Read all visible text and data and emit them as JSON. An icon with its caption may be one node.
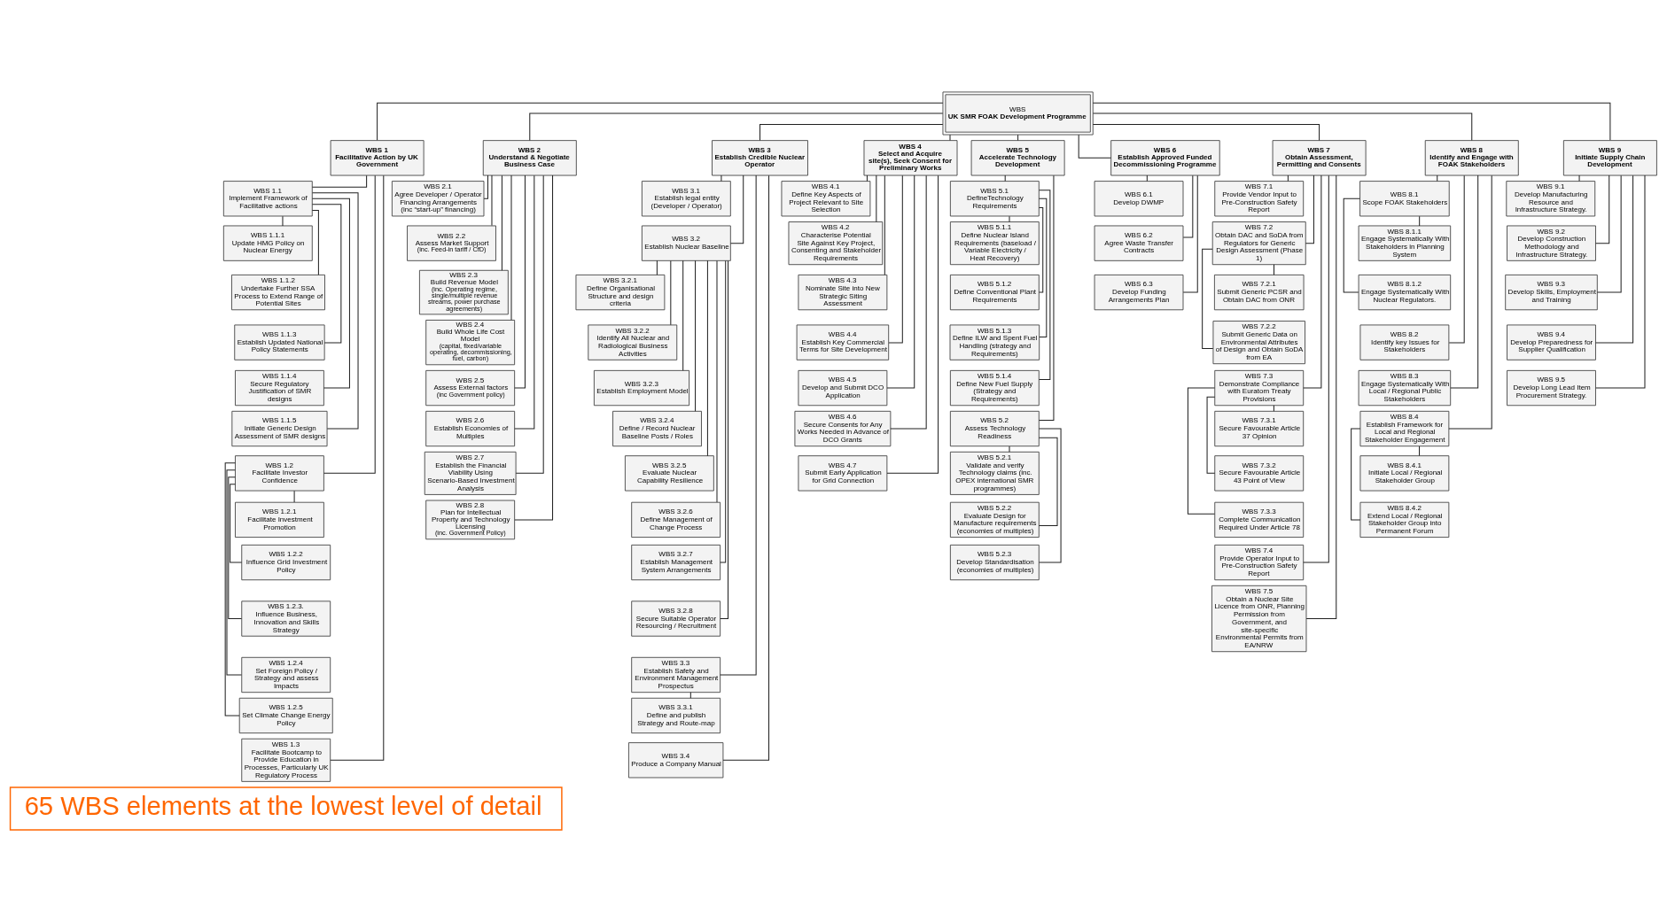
{
  "diagram": {
    "nodes": [
      {
        "text": [
          "WBS",
          "UK SMR FOAK Development Programme"
        ]
      },
      {
        "text": [
          "WBS 1",
          "Facilitative Action by UK Government"
        ]
      },
      {
        "text": [
          "WBS 1.1",
          "Implement Framework of Facilitative actions"
        ]
      },
      {
        "text": [
          "WBS 1.1.1",
          "Update HMG Policy on Nuclear Energy"
        ]
      },
      {
        "text": [
          "WBS 1.1.2",
          "Undertake Further SSA Process to Extend Range of Potential Sites"
        ]
      },
      {
        "text": [
          "WBS 1.1.3",
          "Establish Updated National Policy Statements"
        ]
      },
      {
        "text": [
          "WBS 1.1.4",
          "Secure Regulatory Justification of SMR designs"
        ]
      },
      {
        "text": [
          "WBS 1.1.5",
          "Initiate Generic Design Assessment of SMR designs"
        ]
      },
      {
        "text": [
          "WBS 1.2",
          "Facilitate Investor Confidence"
        ]
      },
      {
        "text": [
          "WBS 1.2.1",
          "Facilitate Investment Promotion"
        ]
      },
      {
        "text": [
          "WBS 1.2.2",
          "Influence Grid Investment Policy"
        ]
      },
      {
        "text": [
          "WBS 1.2.3.",
          "Influence Business, Innovation and Skills Strategy"
        ]
      },
      {
        "text": [
          "WBS 1.2.4",
          "Set Foreign Policy / Strategy and assess Impacts"
        ]
      },
      {
        "text": [
          "WBS 1.2.5",
          "Set Climate Change Energy Policy"
        ]
      },
      {
        "text": [
          "WBS 1.3",
          "Facilitate Bootcamp to Provide Education in Processes, Particularly UK Regulatory Process"
        ]
      },
      {
        "text": [
          "WBS 2",
          "Understand & Negotiate Business Case"
        ]
      },
      {
        "text": [
          "WBS 2.1",
          "Agree Developer / Operator Financing Arrangements (inc “start-up” financing)"
        ]
      },
      {
        "text": [
          "WBS 2.2",
          "Assess Market Support",
          "(inc. Feed-in tariff / CfD)"
        ]
      },
      {
        "text": [
          "WBS 2.3",
          "Build Revenue Model",
          "(inc. Operating regime, single/multiple revenue streams, power purchase agreements)"
        ]
      },
      {
        "text": [
          "WBS 2.4",
          "Build Whole Life Cost Model",
          "(capital, fixed/variable operating, decommissioning, fuel, carbon)"
        ]
      },
      {
        "text": [
          "WBS 2.5",
          "Assess External factors",
          "(inc Government policy)"
        ]
      },
      {
        "text": [
          "WBS 2.6",
          "Establish Economies of Multiples"
        ]
      },
      {
        "text": [
          "WBS 2.7",
          "Establish the Financial Viability Using Scenario-Based Investment Analysis"
        ]
      },
      {
        "text": [
          "WBS 2.8",
          "Plan for Intellectual Property and Technology Licensing",
          "(inc. Government Policy)"
        ]
      },
      {
        "text": [
          "WBS 3",
          "Establish Credible Nuclear Operator"
        ]
      },
      {
        "text": [
          "WBS 3.1",
          "Establish legal entity (Developer / Operator)"
        ]
      },
      {
        "text": [
          "WBS 3.2",
          "Establish Nuclear Baseline"
        ]
      },
      {
        "text": [
          "WBS 3.2.1",
          "Define Organisational Structure and design criteria"
        ]
      },
      {
        "text": [
          "WBS 3.2.2",
          "Identify All Nuclear and Radiological Business Activities"
        ]
      },
      {
        "text": [
          "WBS 3.2.3",
          "Establish Employment Model"
        ]
      },
      {
        "text": [
          "WBS 3.2.4",
          "Define / Record Nuclear Baseline Posts / Roles"
        ]
      },
      {
        "text": [
          "WBS 3.2.5",
          "Evaluate Nuclear Capability Resilience"
        ]
      },
      {
        "text": [
          "WBS 3.2.6",
          "Define Management of Change Process"
        ]
      },
      {
        "text": [
          "WBS 3.2.7",
          "Establish Management System Arrangements"
        ]
      },
      {
        "text": [
          "WBS 3.2.8",
          "Secure Suitable Operator Resourcing / Recruitment"
        ]
      },
      {
        "text": [
          "WBS 3.3",
          "Establish Safety and Environment Management Prospectus"
        ]
      },
      {
        "text": [
          "WBS 3.3.1",
          "Define and publish Strategy and Route-map"
        ]
      },
      {
        "text": [
          "WBS 3.4",
          "Produce a Company Manual"
        ]
      },
      {
        "text": [
          "WBS 4",
          "Select and Acquire site(s), Seek Consent for Preliminary Works"
        ]
      },
      {
        "text": [
          "WBS 4.1",
          "Define Key Aspects of Project Relevant to Site Selection"
        ]
      },
      {
        "text": [
          "WBS 4.2",
          "Characterise Potential Site Against Key Project, Consenting and Stakeholder Requirements"
        ]
      },
      {
        "text": [
          "WBS 4.3",
          "Nominate Site into New Strategic Siting Assessment"
        ]
      },
      {
        "text": [
          "WBS 4.4",
          "Establish Key Commercial Terms for Site Development"
        ]
      },
      {
        "text": [
          "WBS 4.5",
          "Develop and Submit DCO Application"
        ]
      },
      {
        "text": [
          "WBS 4.6",
          "Secure Consents for Any Works Needed in Advance of DCO Grants"
        ]
      },
      {
        "text": [
          "WBS 4.7",
          "Submit Early Application for Grid Connection"
        ]
      },
      {
        "text": [
          "WBS 5",
          "Accelerate Technology Development"
        ]
      },
      {
        "text": [
          "WBS 5.1",
          "DefineTechnology Requirements"
        ]
      },
      {
        "text": [
          "WBS 5.1.1",
          "Define Nuclear Island Requirements (baseload / Variable Electricity / Heat Recovery)"
        ]
      },
      {
        "text": [
          "WBS 5.1.2",
          "Define Conventional Plant Requirements"
        ]
      },
      {
        "text": [
          "WBS 5.1.3",
          "Define ILW and Spent Fuel Handling (strategy and Requirements)"
        ]
      },
      {
        "text": [
          "WBS 5.1.4",
          "Define New Fuel Supply (Strategy and Requirements)"
        ]
      },
      {
        "text": [
          "WBS 5.2",
          "Assess Technology Readiness"
        ]
      },
      {
        "text": [
          "WBS 5.2.1",
          "Validate and verify Technology claims (inc. OPEX international SMR programmes)"
        ]
      },
      {
        "text": [
          "WBS 5.2.2",
          "Evaluate Design for Manufacture requirements (economies of multiples)"
        ]
      },
      {
        "text": [
          "WBS 5.2.3",
          "Develop Standardisation (economies of multiples)"
        ]
      },
      {
        "text": [
          "WBS 6",
          "Establish Approved Funded Decommissioning Programme"
        ]
      },
      {
        "text": [
          "WBS 6.1",
          "Develop DWMP"
        ]
      },
      {
        "text": [
          "WBS 6.2",
          "Agree Waste Transfer Contracts"
        ]
      },
      {
        "text": [
          "WBS 6.3",
          "Develop Funding Arrangements Plan"
        ]
      },
      {
        "text": [
          "WBS 7",
          "Obtain Assessment, Permitting and Consents"
        ]
      },
      {
        "text": [
          "WBS 7.1",
          "Provide Vendor Input to Pre-Construction Safety Report"
        ]
      },
      {
        "text": [
          "WBS 7.2",
          "Obtain DAC and SoDA from Regulators for Generic Design Assessment (Phase 1)"
        ]
      },
      {
        "text": [
          "WBS 7.2.1",
          "Submit Generic PCSR and Obtain DAC from ONR"
        ]
      },
      {
        "text": [
          "WBS 7.2.2",
          "Submit Generic Data on Environmental Attributes of Design and Obtain SoDA from EA"
        ]
      },
      {
        "text": [
          "WBS 7.3",
          "Demonstrate Compliance with Euratom Treaty Provisions"
        ]
      },
      {
        "text": [
          "WBS 7.3.1",
          "Secure Favourable Article 37 Opinion"
        ]
      },
      {
        "text": [
          "WBS 7.3.2",
          "Secure Favourable Article 43 Point of View"
        ]
      },
      {
        "text": [
          "WBS 7.3.3",
          "Complete Communication Required Under Article 78"
        ]
      },
      {
        "text": [
          "WBS 7.4",
          "Provide Operator Input to Pre-Construction Safety Report"
        ]
      },
      {
        "text": [
          "WBS 7.5",
          "Obtain a Nuclear Site Licence from ONR, Planning Permission from Government, and site-specific Environmental Permits from EA/NRW"
        ]
      },
      {
        "text": [
          "WBS 8",
          "Identify and Engage with FOAK Stakeholders"
        ]
      },
      {
        "text": [
          "WBS 8.1",
          "Scope FOAK Stakeholders"
        ]
      },
      {
        "text": [
          "WBS 8.1.1",
          "Engage Systematically With Stakeholders in Planning System"
        ]
      },
      {
        "text": [
          "WBS 8.1.2",
          "Engage Systematically With Nuclear Regulators."
        ]
      },
      {
        "text": [
          "WBS 8.2",
          "Identify key Issues for Stakeholders"
        ]
      },
      {
        "text": [
          "WBS 8.3",
          "Engage Systematically With Local / Regional Public Stakeholders"
        ]
      },
      {
        "text": [
          "WBS 8.4",
          "Establish Framework for Local and Regional Stakeholder Engagement"
        ]
      },
      {
        "text": [
          "WBS 8.4.1",
          "Initiate Local / Regional Stakeholder Group"
        ]
      },
      {
        "text": [
          "WBS 8.4.2",
          "Extend Local / Regional Stakeholder Group into Permanent Forum"
        ]
      },
      {
        "text": [
          "WBS 9",
          "Initiate Supply Chain Development"
        ]
      },
      {
        "text": [
          "WBS 9.1",
          "Develop Manufacturing Resource and Infrastructure Strategy."
        ]
      },
      {
        "text": [
          "WBS 9.2",
          "Develop Construction Methodology and Infrastructure Strategy."
        ]
      },
      {
        "text": [
          "WBS 9.3",
          "Develop Skills, Employment and Training"
        ]
      },
      {
        "text": [
          "WBS 9.4",
          "Develop Preparedness for Supplier Qualification"
        ]
      },
      {
        "text": [
          "WBS 9.5",
          "Develop Long Lead Item Procurement Strategy."
        ]
      },
      {
        "text": [
          "65 WBS elements at the lowest level of detail"
        ]
      }
    ],
    "edges": [
      {
        "from": 0,
        "to": 1,
        "arrow": "none"
      },
      {
        "from": 1,
        "to": 2,
        "arrow": "none"
      },
      {
        "from": 2,
        "to": 3,
        "arrow": "none"
      },
      {
        "from": 2,
        "to": 4,
        "arrow": "none"
      },
      {
        "from": 2,
        "to": 5,
        "arrow": "none"
      },
      {
        "from": 2,
        "to": 6,
        "arrow": "none"
      },
      {
        "from": 2,
        "to": 7,
        "arrow": "none"
      },
      {
        "from": 1,
        "to": 8,
        "arrow": "none"
      },
      {
        "from": 8,
        "to": 9,
        "arrow": "none"
      },
      {
        "from": 8,
        "to": 10,
        "arrow": "none"
      },
      {
        "from": 8,
        "to": 11,
        "arrow": "none"
      },
      {
        "from": 8,
        "to": 12,
        "arrow": "none"
      },
      {
        "from": 8,
        "to": 13,
        "arrow": "none"
      },
      {
        "from": 1,
        "to": 14,
        "arrow": "none"
      },
      {
        "from": 0,
        "to": 15,
        "arrow": "none"
      },
      {
        "from": 15,
        "to": 16,
        "arrow": "none"
      },
      {
        "from": 15,
        "to": 17,
        "arrow": "none"
      },
      {
        "from": 15,
        "to": 18,
        "arrow": "none"
      },
      {
        "from": 15,
        "to": 19,
        "arrow": "none"
      },
      {
        "from": 15,
        "to": 20,
        "arrow": "none"
      },
      {
        "from": 15,
        "to": 21,
        "arrow": "none"
      },
      {
        "from": 15,
        "to": 22,
        "arrow": "none"
      },
      {
        "from": 15,
        "to": 23,
        "arrow": "none"
      },
      {
        "from": 0,
        "to": 24,
        "arrow": "none"
      },
      {
        "from": 24,
        "to": 25,
        "arrow": "none"
      },
      {
        "from": 24,
        "to": 26,
        "arrow": "none"
      },
      {
        "from": 26,
        "to": 27,
        "arrow": "none"
      },
      {
        "from": 26,
        "to": 28,
        "arrow": "none"
      },
      {
        "from": 26,
        "to": 29,
        "arrow": "none"
      },
      {
        "from": 26,
        "to": 30,
        "arrow": "none"
      },
      {
        "from": 26,
        "to": 31,
        "arrow": "none"
      },
      {
        "from": 26,
        "to": 32,
        "arrow": "none"
      },
      {
        "from": 26,
        "to": 33,
        "arrow": "none"
      },
      {
        "from": 26,
        "to": 34,
        "arrow": "none"
      },
      {
        "from": 24,
        "to": 35,
        "arrow": "none"
      },
      {
        "from": 35,
        "to": 36,
        "arrow": "none"
      },
      {
        "from": 24,
        "to": 37,
        "arrow": "none"
      },
      {
        "from": 0,
        "to": 38,
        "arrow": "none"
      },
      {
        "from": 38,
        "to": 39,
        "arrow": "none"
      },
      {
        "from": 38,
        "to": 40,
        "arrow": "none"
      },
      {
        "from": 38,
        "to": 41,
        "arrow": "none"
      },
      {
        "from": 38,
        "to": 42,
        "arrow": "none"
      },
      {
        "from": 38,
        "to": 43,
        "arrow": "none"
      },
      {
        "from": 38,
        "to": 44,
        "arrow": "none"
      },
      {
        "from": 38,
        "to": 45,
        "arrow": "none"
      },
      {
        "from": 0,
        "to": 46,
        "arrow": "none"
      },
      {
        "from": 46,
        "to": 47,
        "arrow": "none"
      },
      {
        "from": 47,
        "to": 48,
        "arrow": "none"
      },
      {
        "from": 47,
        "to": 49,
        "arrow": "none"
      },
      {
        "from": 47,
        "to": 50,
        "arrow": "none"
      },
      {
        "from": 47,
        "to": 51,
        "arrow": "none"
      },
      {
        "from": 46,
        "to": 52,
        "arrow": "none"
      },
      {
        "from": 52,
        "to": 53,
        "arrow": "none"
      },
      {
        "from": 52,
        "to": 54,
        "arrow": "none"
      },
      {
        "from": 52,
        "to": 55,
        "arrow": "none"
      },
      {
        "from": 0,
        "to": 56,
        "arrow": "none"
      },
      {
        "from": 56,
        "to": 57,
        "arrow": "none"
      },
      {
        "from": 56,
        "to": 58,
        "arrow": "none"
      },
      {
        "from": 56,
        "to": 59,
        "arrow": "none"
      },
      {
        "from": 0,
        "to": 60,
        "arrow": "none"
      },
      {
        "from": 60,
        "to": 61,
        "arrow": "none"
      },
      {
        "from": 60,
        "to": 62,
        "arrow": "none"
      },
      {
        "from": 62,
        "to": 63,
        "arrow": "none"
      },
      {
        "from": 62,
        "to": 64,
        "arrow": "none"
      },
      {
        "from": 60,
        "to": 65,
        "arrow": "none"
      },
      {
        "from": 65,
        "to": 66,
        "arrow": "none"
      },
      {
        "from": 65,
        "to": 67,
        "arrow": "none"
      },
      {
        "from": 65,
        "to": 68,
        "arrow": "none"
      },
      {
        "from": 60,
        "to": 69,
        "arrow": "none"
      },
      {
        "from": 60,
        "to": 70,
        "arrow": "none"
      },
      {
        "from": 0,
        "to": 71,
        "arrow": "none"
      },
      {
        "from": 71,
        "to": 72,
        "arrow": "none"
      },
      {
        "from": 72,
        "to": 73,
        "arrow": "none"
      },
      {
        "from": 72,
        "to": 74,
        "arrow": "none"
      },
      {
        "from": 71,
        "to": 75,
        "arrow": "none"
      },
      {
        "from": 71,
        "to": 76,
        "arrow": "none"
      },
      {
        "from": 71,
        "to": 77,
        "arrow": "none"
      },
      {
        "from": 77,
        "to": 78,
        "arrow": "none"
      },
      {
        "from": 77,
        "to": 79,
        "arrow": "none"
      },
      {
        "from": 0,
        "to": 80,
        "arrow": "none"
      },
      {
        "from": 80,
        "to": 81,
        "arrow": "none"
      },
      {
        "from": 80,
        "to": 82,
        "arrow": "none"
      },
      {
        "from": 80,
        "to": 83,
        "arrow": "none"
      },
      {
        "from": 80,
        "to": 84,
        "arrow": "none"
      },
      {
        "from": 80,
        "to": 85,
        "arrow": "none"
      }
    ]
  }
}
